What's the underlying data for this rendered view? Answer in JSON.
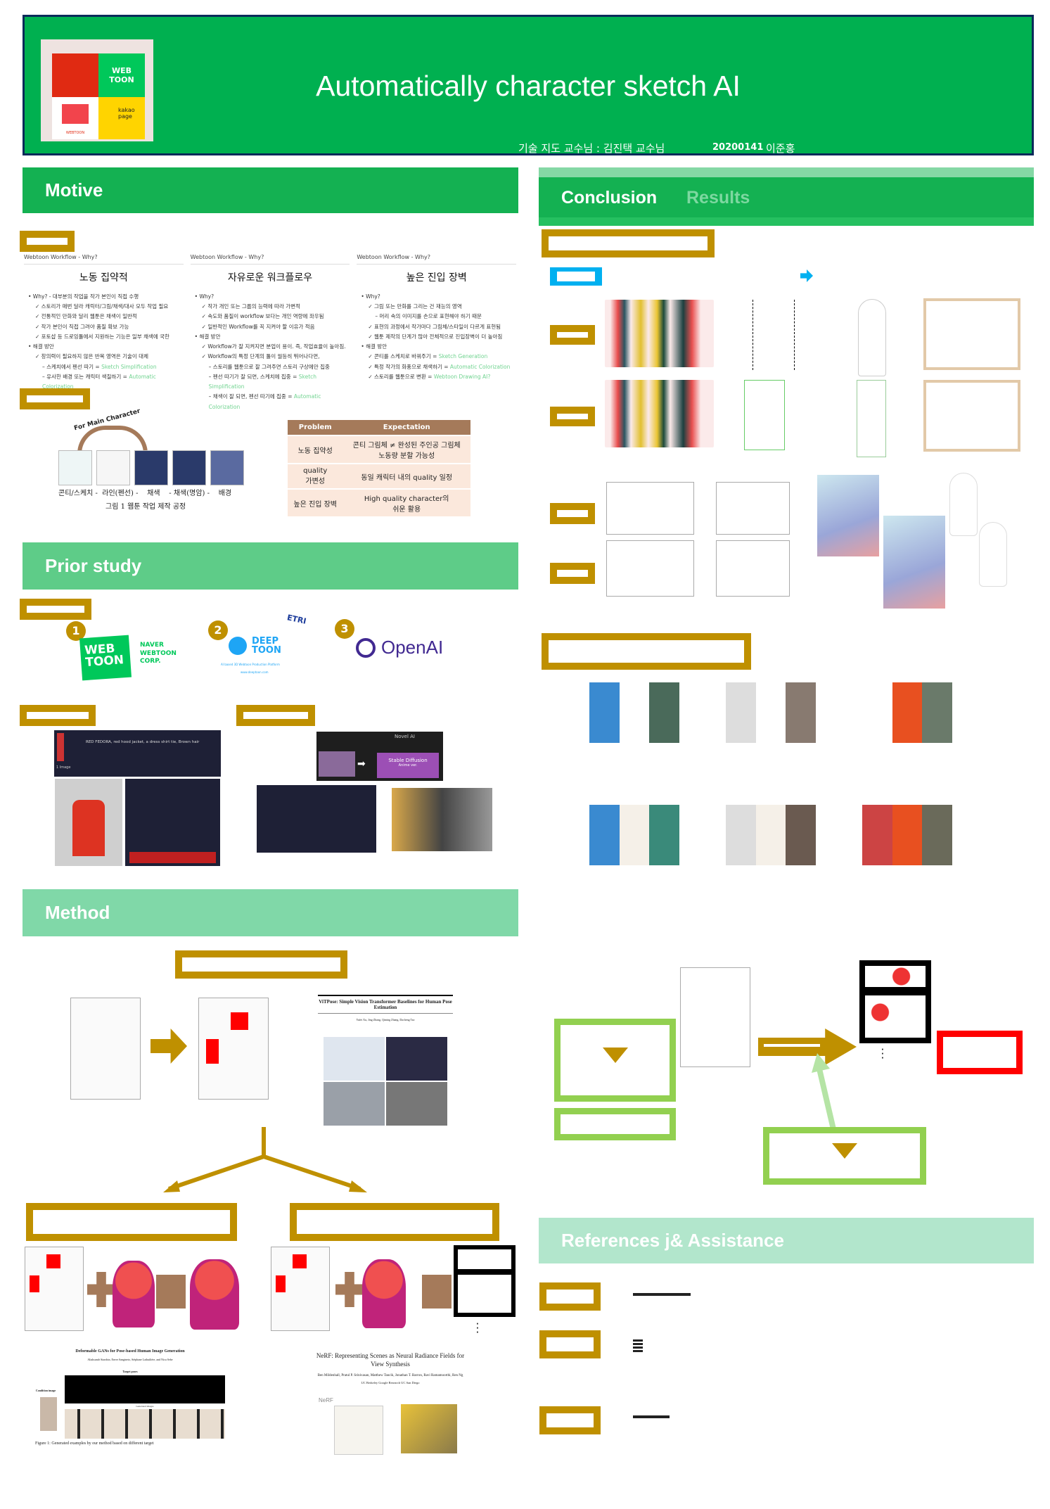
{
  "header": {
    "title": "Automatically character sketch AI",
    "advisor": "기술 지도 교수님 : 김진택 교수님",
    "student_id": "20200141",
    "student_name": "이준홍",
    "logos": [
      "WEB TOON",
      "kakao page",
      "WEBTOON"
    ]
  },
  "motive": {
    "title": "Motive",
    "columns": [
      {
        "header": "Webtoon Workflow  -  Why?",
        "title": "노동 집약적",
        "items": [
          {
            "l": 0,
            "t": "Why?  -  대부분의 작업을 작가 본인이 직접 수행"
          },
          {
            "l": 1,
            "t": "스토리가 매번 달라 캐릭터/그림/채색/대사 모두 작업 필요"
          },
          {
            "l": 1,
            "t": "전통적인 만화와 달리 웹툰은 채색이 일반적"
          },
          {
            "l": 1,
            "t": "작가 본인이 직접 그려야 품질 확보 가능"
          },
          {
            "l": 1,
            "t": "포토샵 등 드로잉툴에서 지원하는 기능은 일부 채색에 국한"
          },
          {
            "l": 0,
            "t": "해결 방안"
          },
          {
            "l": 1,
            "t": "창의력이 필요하지 않은 반복 영역은 기술이 대체"
          },
          {
            "l": 2,
            "t": "스케치에서 펜선 따기 = ",
            "a": "Sketch Simplification"
          },
          {
            "l": 2,
            "t": "유사한 배경 또는 캐릭터 색칠하기 = ",
            "a": "Automatic Colorization"
          }
        ]
      },
      {
        "header": "Webtoon Workflow  -  Why?",
        "title": "자유로운 워크플로우",
        "items": [
          {
            "l": 0,
            "t": "Why?"
          },
          {
            "l": 1,
            "t": "작가 개인 또는 그룹의 능력에 따라 가변적"
          },
          {
            "l": 1,
            "t": "속도와 품질이 workflow 보다는 개인 역량에 좌우됨"
          },
          {
            "l": 1,
            "t": "일반적인 Workflow를 꼭 지켜야 할 이유가 적음"
          },
          {
            "l": 0,
            "t": "해결 방안"
          },
          {
            "l": 1,
            "t": "Workflow가 잘 지켜지면 분업이 용이. 즉, 작업효율이 높아짐."
          },
          {
            "l": 1,
            "t": "Workflow의 특정 단계의 툴이 월등히 뛰어나다면,"
          },
          {
            "l": 2,
            "t": "스토리를 웹툰으로 잘 그려주면 스토리 구상에만 집중"
          },
          {
            "l": 2,
            "t": "펜선 따기가 잘 되면, 스케치에 집중 = ",
            "a": "Sketch Simplification"
          },
          {
            "l": 2,
            "t": "채색이 잘 되면, 펜선 따기에 집중 = ",
            "a": "Automatic Colorization"
          }
        ]
      },
      {
        "header": "Webtoon Workflow  -  Why?",
        "title": "높은 진입 장벽",
        "items": [
          {
            "l": 0,
            "t": "Why?"
          },
          {
            "l": 1,
            "t": "그림 또는 만화를 그리는 건 재능의 영역"
          },
          {
            "l": 2,
            "t": "머리 속의 이미지를 손으로 표현해야 하기 때문"
          },
          {
            "l": 1,
            "t": "표현의 과정에서 작가마다 그림체/스타일이 다르게 표현됨"
          },
          {
            "l": 1,
            "t": "웹툰 제작의 단계가 많아 전체적으로 진입장벽이 더 높아짐"
          },
          {
            "l": 0,
            "t": "해결 방안"
          },
          {
            "l": 1,
            "t": "콘티를 스케치로 바꿔주기 = ",
            "a": "Sketch Generation"
          },
          {
            "l": 1,
            "t": "특정 작가의 화풍으로 채색하기 = ",
            "a": "Automatic Colorization"
          },
          {
            "l": 1,
            "t": "스토리를 웹툰으로 변환 = ",
            "a": "Webtoon Drawing AI?"
          }
        ]
      }
    ],
    "process_label": "For Main Character",
    "process_steps": "콘티/스케치 -  라인(펜선) -    채색    - 채색(명암) -    배경",
    "process_caption": "그림 1 웹툰 작업 제작 공정",
    "table": {
      "headers": [
        "Problem",
        "Expectation"
      ],
      "rows": [
        [
          "노동 집약성",
          "콘티 그림체 ≠ 완성된 주인공 그림체\n노동량 분할 가능성"
        ],
        [
          "quality\n가변성",
          "동일 캐릭터 내의 quality 일정"
        ],
        [
          "높은 진입 장벽",
          "High quality character의\n쉬운 활용"
        ]
      ]
    }
  },
  "prior": {
    "title": "Prior study",
    "badges": [
      "1",
      "2",
      "3"
    ],
    "webtoon": {
      "logo": "WEB\nTOON",
      "name": "NAVER\nWEBTOON\nCORP."
    },
    "deeptoon": {
      "logo": "DEEP\nTOON",
      "etri": "ETRI",
      "tagline": "AI based 3D Webtoon Production Platform",
      "url": "www.deeptoon.com"
    },
    "openai": "OpenAI",
    "shot1": {
      "prompt": "RED FEDORA, red hood jacket, a dress shirt tie, Brown hair",
      "count": "1 Image"
    },
    "shot2": {
      "title": "Novel AI",
      "model": "Stable Diffusion",
      "version": "Anime ver."
    }
  },
  "method": {
    "title": "Method",
    "vitpose": {
      "title": "ViTPose: Simple Vision Transformer Baselines for Human Pose Estimation",
      "authors": "Yufei Xu, Jing Zhang, Qiming Zhang, Dacheng Tao"
    },
    "dgan": {
      "title": "Deformable GANs for Pose-based Human Image Generation",
      "authors": "Aliaksandr Siarohin, Enver Sangineto, Stéphane Lathuilière, and Nicu Sebe",
      "target": "Target poses",
      "condition": "Condition image",
      "generated": "Generated images",
      "caption": "Figure 1: Generated examples by our method based on different target"
    },
    "nerf": {
      "title": "NeRF: Representing Scenes as Neural Radiance Fields for View Synthesis",
      "authors": "Ben Mildenhall, Pratul P. Srinivasan, Matthew Tancik, Jonathan T. Barron, Ravi Ramamoorthi, Ren Ng",
      "affil": "UC Berkeley   Google Research   UC San Diego",
      "label": "NeRF"
    }
  },
  "conclusion": {
    "title": "Conclusion",
    "overlap": "Results"
  },
  "references": {
    "title": "References j& Assistance"
  },
  "colors": {
    "green": "#00b050",
    "gold": "#bf9000",
    "lightgreen": "#92d050",
    "red": "#ff0000",
    "blue": "#00b0f0"
  }
}
